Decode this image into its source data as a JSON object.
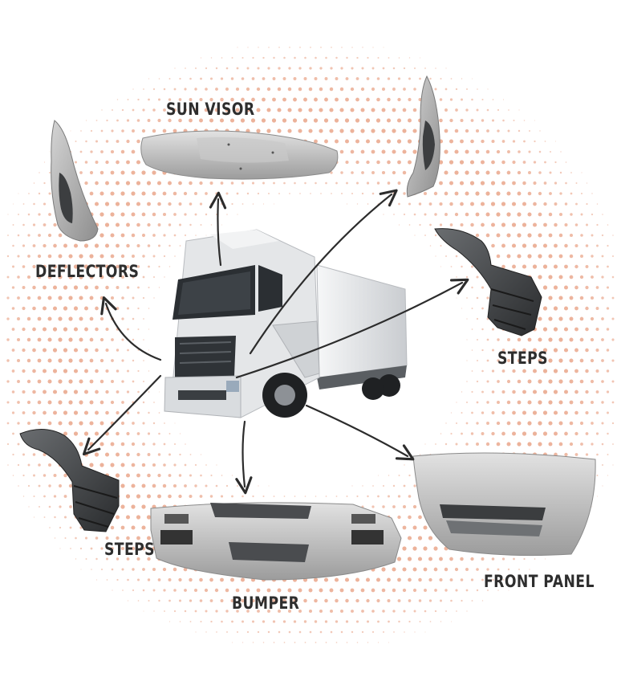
{
  "labels": {
    "sun_visor": "SUN VISOR",
    "deflectors": "DEFLECTORS",
    "steps_right": "STEPS",
    "steps_left": "STEPS",
    "front_panel": "FRONT PANEL",
    "bumper": "BUMPER"
  },
  "colors": {
    "dots": "#e9a488",
    "arrows": "#2c2c2c",
    "part_gray": "#b9b9b9",
    "truck_white": "#e6e8ea",
    "truck_dark": "#2b2f33"
  },
  "icons": [
    "truck-illustration",
    "sun-visor-part",
    "deflector-part",
    "steps-part",
    "front-panel-part",
    "bumper-part"
  ]
}
